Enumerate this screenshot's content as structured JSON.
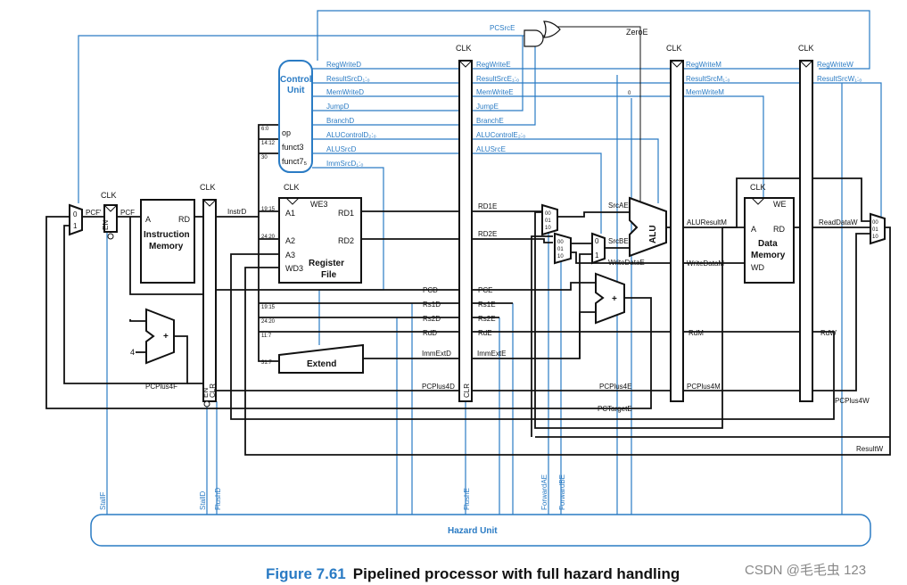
{
  "clk": "CLK",
  "instr_mem": {
    "title": "Instruction Memory",
    "a": "A",
    "rd": "RD"
  },
  "control_unit": {
    "title": "Control Unit",
    "op": "op",
    "funct3": "funct3",
    "funct7": "funct7₅"
  },
  "reg_file": {
    "title": "Register File",
    "a1": "A1",
    "a2": "A2",
    "a3": "A3",
    "wd3": "WD3",
    "we3": "WE3",
    "rd1": "RD1",
    "rd2": "RD2"
  },
  "extend": "Extend",
  "alu": "ALU",
  "data_mem": {
    "title": "Data Memory",
    "a": "A",
    "rd": "RD",
    "wd": "WD",
    "we": "WE"
  },
  "hazard_unit": "Hazard Unit",
  "adder_plus": "+",
  "const_four": "4",
  "mux_in": {
    "m0": "0",
    "m1": "1",
    "s00": "00",
    "s01": "01",
    "s10": "10"
  },
  "reg_ctrl": {
    "en": "EN",
    "clr": "CLR"
  },
  "bits": {
    "op": "6:0",
    "f3": "14:12",
    "f7": "30",
    "rs1": "19:15",
    "rs2": "24:20",
    "rd": "11:7",
    "imm": "31:7"
  },
  "signals": {
    "pcf": "PCF",
    "pcfp": "PCF'",
    "instrd": "InstrD",
    "pcd": "PCD",
    "rs1d": "Rs1D",
    "rs2d": "Rs2D",
    "rdd": "RdD",
    "immextd": "ImmExtD",
    "pcplus4f": "PCPlus4F",
    "pcplus4d": "PCPlus4D",
    "rd1e": "RD1E",
    "rd2e": "RD2E",
    "pce": "PCE",
    "rs1e": "Rs1E",
    "rs2e": "Rs2E",
    "rde": "RdE",
    "immexte": "ImmExtE",
    "pcplus4e": "PCPlus4E",
    "pctargete": "PCTargetE",
    "srcae": "SrcAE",
    "srcbe": "SrcBE",
    "writedatae": "WriteDataE",
    "aluresultm": "ALUResultM",
    "writedatam": "WriteDataM",
    "rdm": "RdM",
    "pcplus4m": "PCPlus4M",
    "readdataw": "ReadDataW",
    "rdw": "RdW",
    "pcplus4w": "PCPlus4W",
    "resultw": "ResultW",
    "zeroe": "ZeroE",
    "pcsrce": "PCSrcE",
    "zero_const": "0"
  },
  "ctrl_d": [
    "RegWriteD",
    "ResultSrcD₁:₀",
    "MemWriteD",
    "JumpD",
    "BranchD",
    "ALUControlD₂:₀",
    "ALUSrcD",
    "ImmSrcD₁:₀"
  ],
  "ctrl_e": [
    "RegWriteE",
    "ResultSrcE₁:₀",
    "MemWriteE",
    "JumpE",
    "BranchE",
    "ALUControlE₂:₀",
    "ALUSrcE"
  ],
  "ctrl_m": [
    "RegWriteM",
    "ResultSrcM₁:₀",
    "MemWriteM"
  ],
  "ctrl_w": [
    "RegWriteW",
    "ResultSrcW₁:₀"
  ],
  "hazard_signals": {
    "stallf": "StallF",
    "stalld": "StallD",
    "flushd": "FlushD",
    "flushe": "FlushE",
    "forwardae": "ForwardAE",
    "forwardbe": "ForwardBE"
  },
  "caption": {
    "number": "Figure 7.61",
    "text": "Pipelined processor with full hazard handling"
  },
  "watermark": "CSDN @毛毛虫 123",
  "colors": {
    "control": "#2a7bc4",
    "datapath": "#111111"
  }
}
